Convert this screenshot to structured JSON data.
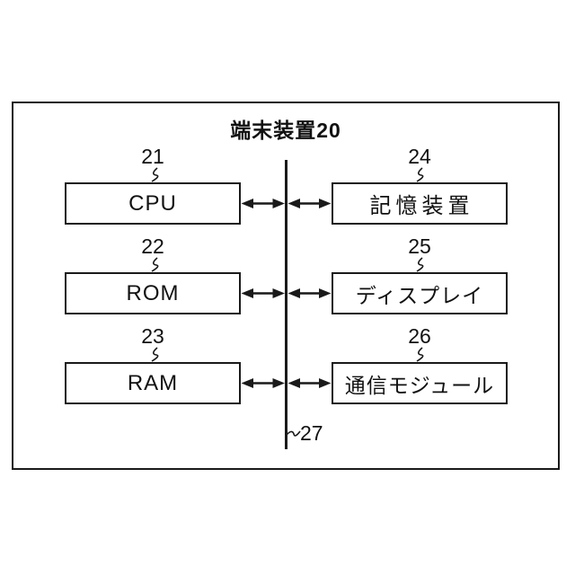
{
  "diagram": {
    "title": "端末装置20",
    "left_blocks": [
      {
        "ref": "21",
        "label": "CPU"
      },
      {
        "ref": "22",
        "label": "ROM"
      },
      {
        "ref": "23",
        "label": "RAM"
      }
    ],
    "right_blocks": [
      {
        "ref": "24",
        "label": "記憶装置"
      },
      {
        "ref": "25",
        "label": "ディスプレイ"
      },
      {
        "ref": "26",
        "label": "通信モジュール"
      }
    ],
    "bus": {
      "ref": "27"
    },
    "colors": {
      "line": "#1a1a1a",
      "background": "#ffffff",
      "text": "#111111"
    }
  }
}
